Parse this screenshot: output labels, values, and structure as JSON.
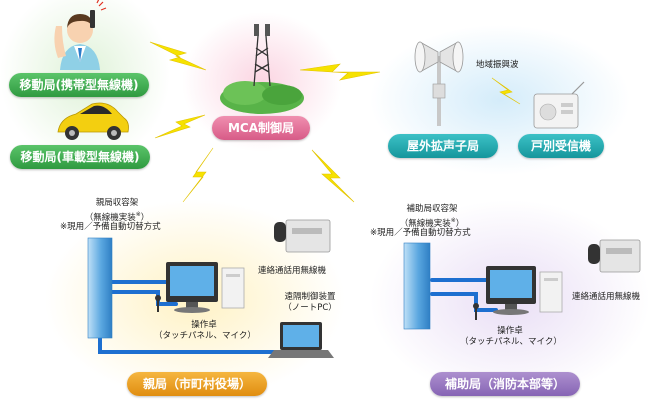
{
  "center": {
    "label": "MCA制御局"
  },
  "mobile_handheld": {
    "label": "移動局(携帯型無線機)"
  },
  "mobile_vehicle": {
    "label": "移動局(車載型無線機)"
  },
  "outdoor_speaker": {
    "label": "屋外拡声子局"
  },
  "home_receiver": {
    "label": "戸別受信機"
  },
  "regional_wave": {
    "label": "地域振興波"
  },
  "parent_station": {
    "label": "親局（市町村役場）",
    "rack_line1": "親局収容架",
    "rack_line2": "（無線機実装",
    "rack_line2_sup": "※",
    "rack_line2_end": "）",
    "rack_note": "※現用／予備自動切替方式",
    "console_line1": "操作卓",
    "console_line2": "（タッチパネル、マイク）",
    "liaison_radio": "連絡通話用無線機",
    "remote_line1": "遠隔制御装置",
    "remote_line2": "（ノートPC）"
  },
  "sub_station": {
    "label": "補助局（消防本部等）",
    "rack_line1": "補助局収容架",
    "rack_line2": "（無線機実装",
    "rack_line2_sup": "※",
    "rack_line2_end": "）",
    "rack_note": "※現用／予備自動切替方式",
    "console_line1": "操作卓",
    "console_line2": "（タッチパネル、マイク）",
    "liaison_radio": "連絡通話用無線機"
  },
  "colors": {
    "green": "#2f9a40",
    "pink": "#d75b87",
    "teal": "#15969c",
    "orange": "#e08d10",
    "purple": "#8664b4",
    "bolt": "#f6e200",
    "line": "#1d6fd0"
  }
}
